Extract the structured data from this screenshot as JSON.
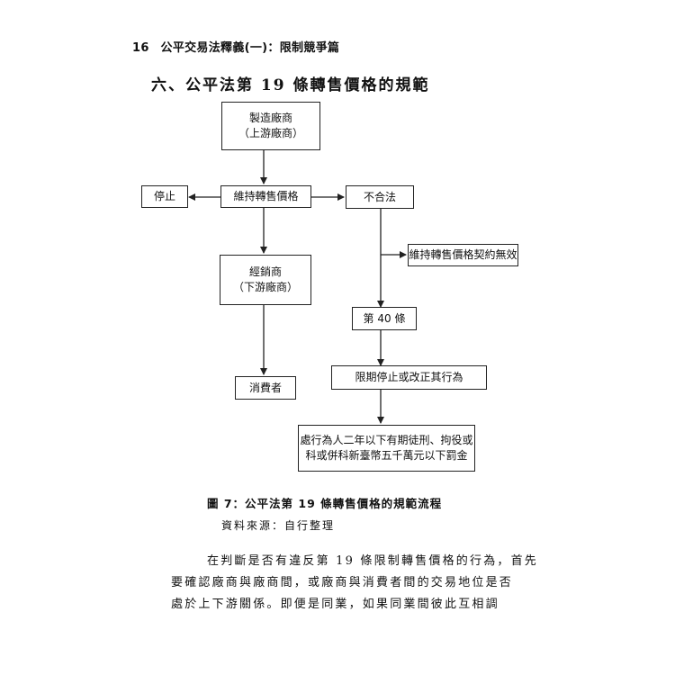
{
  "header": {
    "page_number": "16",
    "book_title": "公平交易法釋義(一)：限制競爭篇"
  },
  "section_title": "六、公平法第 19 條轉售價格的規範",
  "flowchart": {
    "manufacturer": {
      "line1": "製造廠商",
      "line2": "（上游廠商）"
    },
    "maintain_price": "維持轉售價格",
    "stop": "停止",
    "illegal": "不合法",
    "contract_void": "維持轉售價格契約無效",
    "distributor": {
      "line1": "經銷商",
      "line2": "（下游廠商）"
    },
    "article_40": "第 40 條",
    "consumer": "消費者",
    "order_stop": "限期停止或改正其行為",
    "penalty": {
      "line1": "處行為人二年以下有期徒刑、拘役或",
      "line2": "科或併科新臺幣五千萬元以下罰金"
    }
  },
  "caption": "圖 7：公平法第 19 條轉售價格的規範流程",
  "source": "資料來源：自行整理",
  "paragraph": [
    "在判斷是否有違反第 19 條限制轉售價格的行為，首先",
    "要確認廠商與廠商間，或廠商與消費者間的交易地位是否",
    "處於上下游關係。即便是同業，如果同業間彼此互相調"
  ]
}
